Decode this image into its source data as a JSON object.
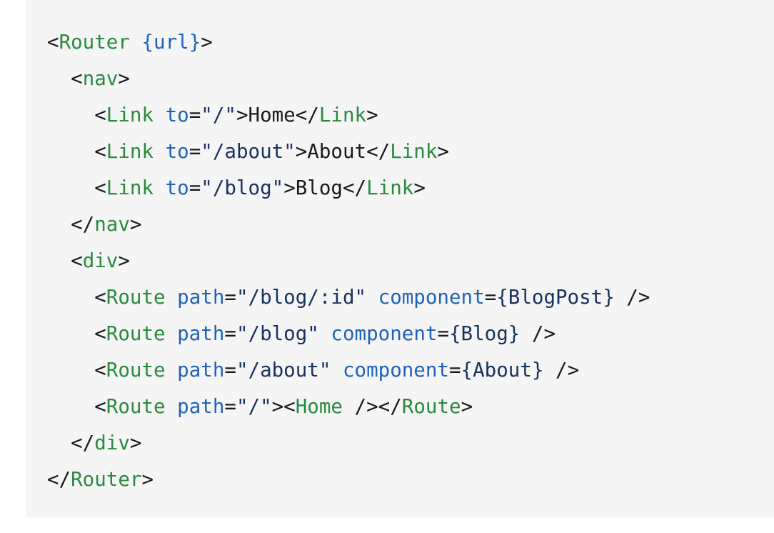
{
  "colors": {
    "background": "#f5f5f5",
    "plain": "#1a1a1a",
    "tag": "#2a8a3e",
    "attr": "#1f63b8",
    "string": "#17325e",
    "expr": "#17325e"
  },
  "code": {
    "lines": [
      {
        "indent": 0,
        "tokens": [
          {
            "t": "plain",
            "text": "<"
          },
          {
            "t": "tag",
            "text": "Router"
          },
          {
            "t": "plain",
            "text": " "
          },
          {
            "t": "attr",
            "text": "{url}"
          },
          {
            "t": "plain",
            "text": ">"
          }
        ]
      },
      {
        "indent": 1,
        "tokens": [
          {
            "t": "plain",
            "text": "<"
          },
          {
            "t": "tag",
            "text": "nav"
          },
          {
            "t": "plain",
            "text": ">"
          }
        ]
      },
      {
        "indent": 2,
        "tokens": [
          {
            "t": "plain",
            "text": "<"
          },
          {
            "t": "tag",
            "text": "Link"
          },
          {
            "t": "plain",
            "text": " "
          },
          {
            "t": "attr",
            "text": "to"
          },
          {
            "t": "plain",
            "text": "="
          },
          {
            "t": "string",
            "text": "\"/\""
          },
          {
            "t": "plain",
            "text": ">Home</"
          },
          {
            "t": "tag",
            "text": "Link"
          },
          {
            "t": "plain",
            "text": ">"
          }
        ]
      },
      {
        "indent": 2,
        "tokens": [
          {
            "t": "plain",
            "text": "<"
          },
          {
            "t": "tag",
            "text": "Link"
          },
          {
            "t": "plain",
            "text": " "
          },
          {
            "t": "attr",
            "text": "to"
          },
          {
            "t": "plain",
            "text": "="
          },
          {
            "t": "string",
            "text": "\"/about\""
          },
          {
            "t": "plain",
            "text": ">About</"
          },
          {
            "t": "tag",
            "text": "Link"
          },
          {
            "t": "plain",
            "text": ">"
          }
        ]
      },
      {
        "indent": 2,
        "tokens": [
          {
            "t": "plain",
            "text": "<"
          },
          {
            "t": "tag",
            "text": "Link"
          },
          {
            "t": "plain",
            "text": " "
          },
          {
            "t": "attr",
            "text": "to"
          },
          {
            "t": "plain",
            "text": "="
          },
          {
            "t": "string",
            "text": "\"/blog\""
          },
          {
            "t": "plain",
            "text": ">Blog</"
          },
          {
            "t": "tag",
            "text": "Link"
          },
          {
            "t": "plain",
            "text": ">"
          }
        ]
      },
      {
        "indent": 1,
        "tokens": [
          {
            "t": "plain",
            "text": "</"
          },
          {
            "t": "tag",
            "text": "nav"
          },
          {
            "t": "plain",
            "text": ">"
          }
        ]
      },
      {
        "indent": 1,
        "tokens": [
          {
            "t": "plain",
            "text": "<"
          },
          {
            "t": "tag",
            "text": "div"
          },
          {
            "t": "plain",
            "text": ">"
          }
        ]
      },
      {
        "indent": 2,
        "tokens": [
          {
            "t": "plain",
            "text": "<"
          },
          {
            "t": "tag",
            "text": "Route"
          },
          {
            "t": "plain",
            "text": " "
          },
          {
            "t": "attr",
            "text": "path"
          },
          {
            "t": "plain",
            "text": "="
          },
          {
            "t": "string",
            "text": "\"/blog/:id\""
          },
          {
            "t": "plain",
            "text": " "
          },
          {
            "t": "attr",
            "text": "component"
          },
          {
            "t": "plain",
            "text": "="
          },
          {
            "t": "expr",
            "text": "{BlogPost}"
          },
          {
            "t": "plain",
            "text": " />"
          }
        ]
      },
      {
        "indent": 2,
        "tokens": [
          {
            "t": "plain",
            "text": "<"
          },
          {
            "t": "tag",
            "text": "Route"
          },
          {
            "t": "plain",
            "text": " "
          },
          {
            "t": "attr",
            "text": "path"
          },
          {
            "t": "plain",
            "text": "="
          },
          {
            "t": "string",
            "text": "\"/blog\""
          },
          {
            "t": "plain",
            "text": " "
          },
          {
            "t": "attr",
            "text": "component"
          },
          {
            "t": "plain",
            "text": "="
          },
          {
            "t": "expr",
            "text": "{Blog}"
          },
          {
            "t": "plain",
            "text": " />"
          }
        ]
      },
      {
        "indent": 2,
        "tokens": [
          {
            "t": "plain",
            "text": "<"
          },
          {
            "t": "tag",
            "text": "Route"
          },
          {
            "t": "plain",
            "text": " "
          },
          {
            "t": "attr",
            "text": "path"
          },
          {
            "t": "plain",
            "text": "="
          },
          {
            "t": "string",
            "text": "\"/about\""
          },
          {
            "t": "plain",
            "text": " "
          },
          {
            "t": "attr",
            "text": "component"
          },
          {
            "t": "plain",
            "text": "="
          },
          {
            "t": "expr",
            "text": "{About}"
          },
          {
            "t": "plain",
            "text": " />"
          }
        ]
      },
      {
        "indent": 2,
        "tokens": [
          {
            "t": "plain",
            "text": "<"
          },
          {
            "t": "tag",
            "text": "Route"
          },
          {
            "t": "plain",
            "text": " "
          },
          {
            "t": "attr",
            "text": "path"
          },
          {
            "t": "plain",
            "text": "="
          },
          {
            "t": "string",
            "text": "\"/\""
          },
          {
            "t": "plain",
            "text": "><"
          },
          {
            "t": "tag",
            "text": "Home"
          },
          {
            "t": "plain",
            "text": " /></"
          },
          {
            "t": "tag",
            "text": "Route"
          },
          {
            "t": "plain",
            "text": ">"
          }
        ]
      },
      {
        "indent": 1,
        "tokens": [
          {
            "t": "plain",
            "text": "</"
          },
          {
            "t": "tag",
            "text": "div"
          },
          {
            "t": "plain",
            "text": ">"
          }
        ]
      },
      {
        "indent": 0,
        "tokens": [
          {
            "t": "plain",
            "text": "</"
          },
          {
            "t": "tag",
            "text": "Router"
          },
          {
            "t": "plain",
            "text": ">"
          }
        ]
      }
    ]
  }
}
